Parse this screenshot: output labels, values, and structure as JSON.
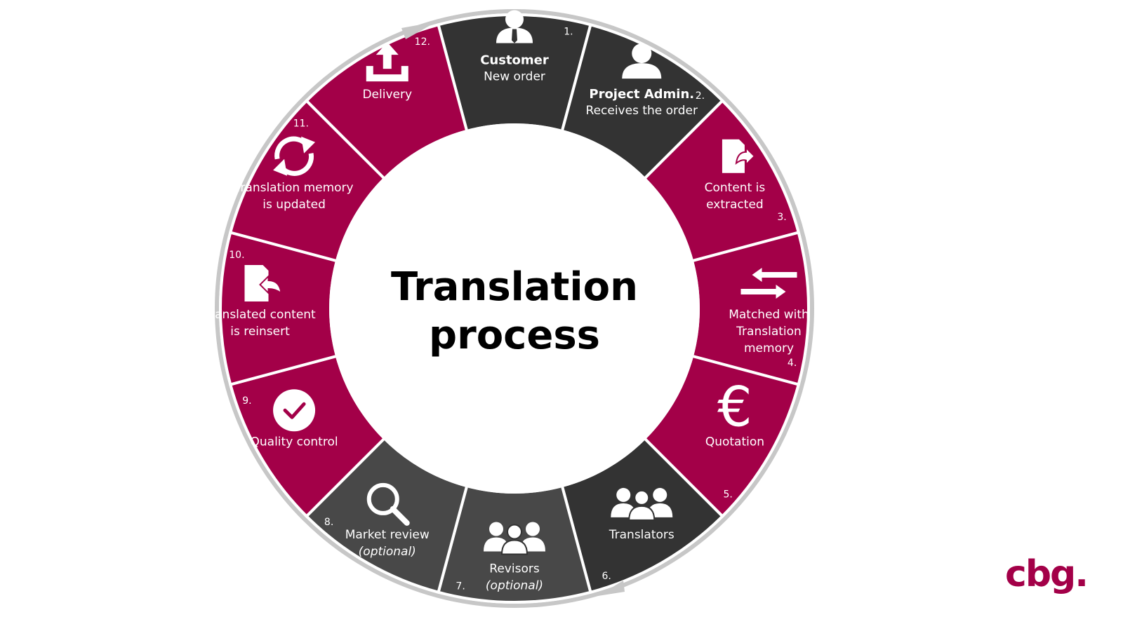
{
  "diagram": {
    "title_line1": "Translation",
    "title_line2": "process",
    "colors": {
      "accent": "#A30048",
      "dark": "#333333",
      "mid": "#484848",
      "ring": "#C7C7C7",
      "text": "#ffffff"
    },
    "steps": [
      {
        "num": "1.",
        "title": "Customer",
        "text": "New order",
        "text2": "",
        "italic2": false,
        "color": "dark",
        "icon": "customer-tie-icon"
      },
      {
        "num": "2.",
        "title": "Project Admin.",
        "text": "Receives the order",
        "text2": "",
        "italic2": false,
        "color": "dark",
        "icon": "person-icon"
      },
      {
        "num": "3.",
        "title": "",
        "text": "Content is",
        "text2": "extracted",
        "italic2": false,
        "color": "accent",
        "icon": "file-export-icon"
      },
      {
        "num": "4.",
        "title": "",
        "text": "Matched with",
        "text2": "Translation",
        "text3": "memory",
        "italic2": false,
        "color": "accent",
        "icon": "exchange-arrows-icon"
      },
      {
        "num": "5.",
        "title": "",
        "text": "Quotation",
        "text2": "",
        "italic2": false,
        "color": "accent",
        "icon": "euro-icon"
      },
      {
        "num": "6.",
        "title": "",
        "text": "Translators",
        "text2": "",
        "italic2": false,
        "color": "dark",
        "icon": "group-icon"
      },
      {
        "num": "7.",
        "title": "",
        "text": "Revisors",
        "text2": "(optional)",
        "italic2": true,
        "color": "mid",
        "icon": "group-icon"
      },
      {
        "num": "8.",
        "title": "",
        "text": "Market review",
        "text2": "(optional)",
        "italic2": true,
        "color": "mid",
        "icon": "magnifier-icon"
      },
      {
        "num": "9.",
        "title": "",
        "text": "Quality control",
        "text2": "",
        "italic2": false,
        "color": "accent",
        "icon": "check-circle-icon"
      },
      {
        "num": "10.",
        "title": "",
        "text": "Translated content",
        "text2": "is reinsert",
        "italic2": false,
        "color": "accent",
        "icon": "file-import-icon"
      },
      {
        "num": "11.",
        "title": "",
        "text": "Translation memory",
        "text2": "is updated",
        "italic2": false,
        "color": "accent",
        "icon": "refresh-icon"
      },
      {
        "num": "12.",
        "title": "",
        "text": "Delivery",
        "text2": "",
        "italic2": false,
        "color": "accent",
        "icon": "upload-tray-icon"
      }
    ]
  },
  "brand": {
    "logo_text": "cbg.",
    "color": "#A30048"
  }
}
